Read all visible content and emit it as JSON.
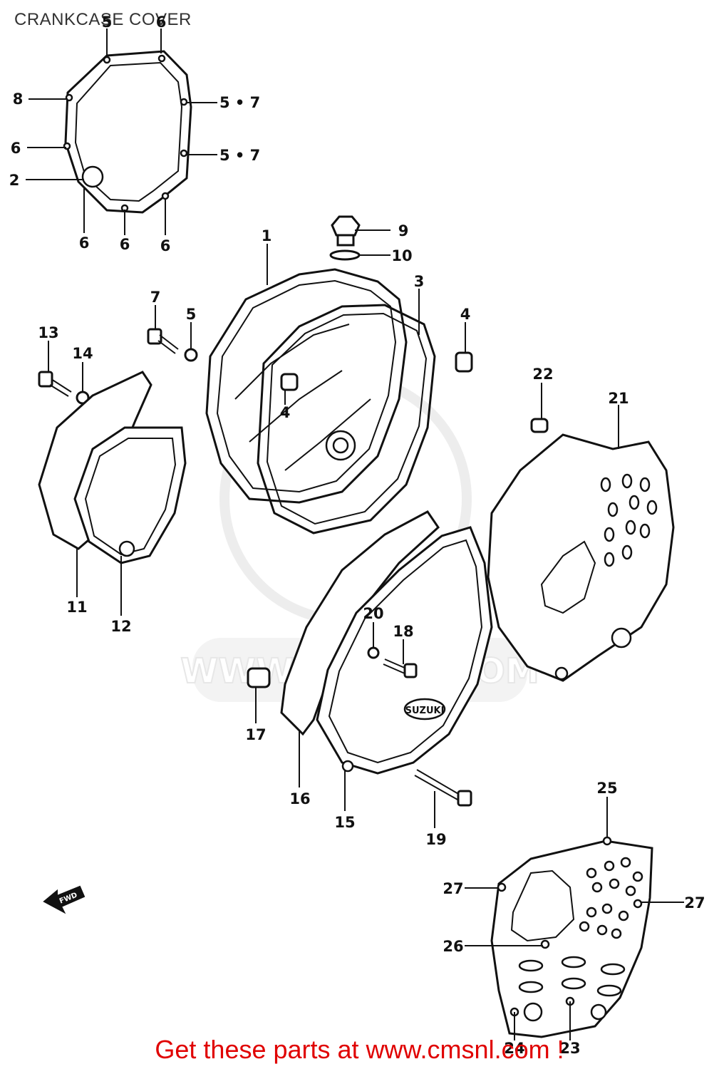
{
  "title": "CRANKCASE COVER",
  "footer": "Get these parts at www.cmsnl.com !",
  "watermark": "WWW.CMSNL.COM",
  "colors": {
    "footer": "#e00000",
    "lines": "#111111",
    "watermark": "#dddddd"
  },
  "arrow_icon": "front-direction-arrow-icon",
  "callouts": [
    {
      "label": "5"
    },
    {
      "label": "6"
    },
    {
      "label": "8"
    },
    {
      "label": "5 • 7"
    },
    {
      "label": "6"
    },
    {
      "label": "5 • 7"
    },
    {
      "label": "2"
    },
    {
      "label": "6"
    },
    {
      "label": "6"
    },
    {
      "label": "6"
    },
    {
      "label": "1"
    },
    {
      "label": "9"
    },
    {
      "label": "10"
    },
    {
      "label": "3"
    },
    {
      "label": "7"
    },
    {
      "label": "5"
    },
    {
      "label": "4"
    },
    {
      "label": "13"
    },
    {
      "label": "14"
    },
    {
      "label": "4"
    },
    {
      "label": "22"
    },
    {
      "label": "21"
    },
    {
      "label": "11"
    },
    {
      "label": "12"
    },
    {
      "label": "20"
    },
    {
      "label": "18"
    },
    {
      "label": "17"
    },
    {
      "label": "16"
    },
    {
      "label": "15"
    },
    {
      "label": "19"
    },
    {
      "label": "25"
    },
    {
      "label": "27"
    },
    {
      "label": "27"
    },
    {
      "label": "26"
    },
    {
      "label": "24"
    },
    {
      "label": "23"
    }
  ]
}
